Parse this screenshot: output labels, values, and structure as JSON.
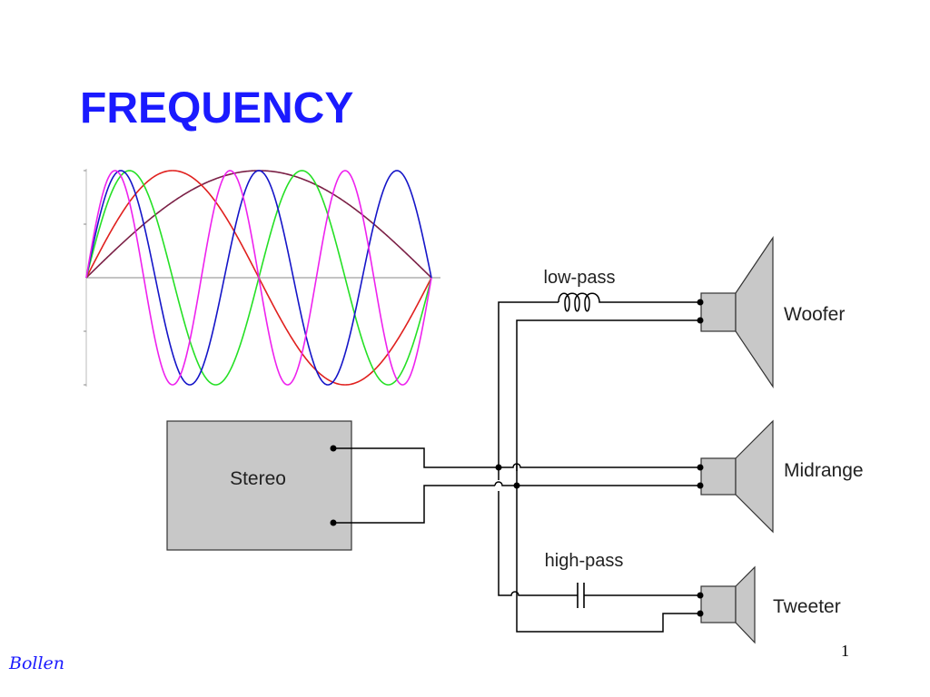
{
  "slide": {
    "title": "FREQUENCY",
    "author": "Bollen",
    "page_number": "1"
  },
  "waves": {
    "colors": {
      "f0_5": "#7b2046",
      "f1": "#e0201e",
      "f2": "#25e025",
      "f2_5": "#1515c8",
      "f3": "#ee22ee"
    },
    "series": [
      {
        "color_key": "f0_5",
        "half_cycles": 1
      },
      {
        "color_key": "f1",
        "half_cycles": 2
      },
      {
        "color_key": "f2",
        "half_cycles": 4
      },
      {
        "color_key": "f2_5",
        "half_cycles": 5
      },
      {
        "color_key": "f3",
        "half_cycles": 6
      }
    ]
  },
  "circuit": {
    "stereo_label": "Stereo",
    "lowpass_label": "low-pass",
    "highpass_label": "high-pass",
    "woofer_label": "Woofer",
    "midrange_label": "Midrange",
    "tweeter_label": "Tweeter",
    "box_fill": "#c8c8c8",
    "wire_color": "#000000"
  }
}
